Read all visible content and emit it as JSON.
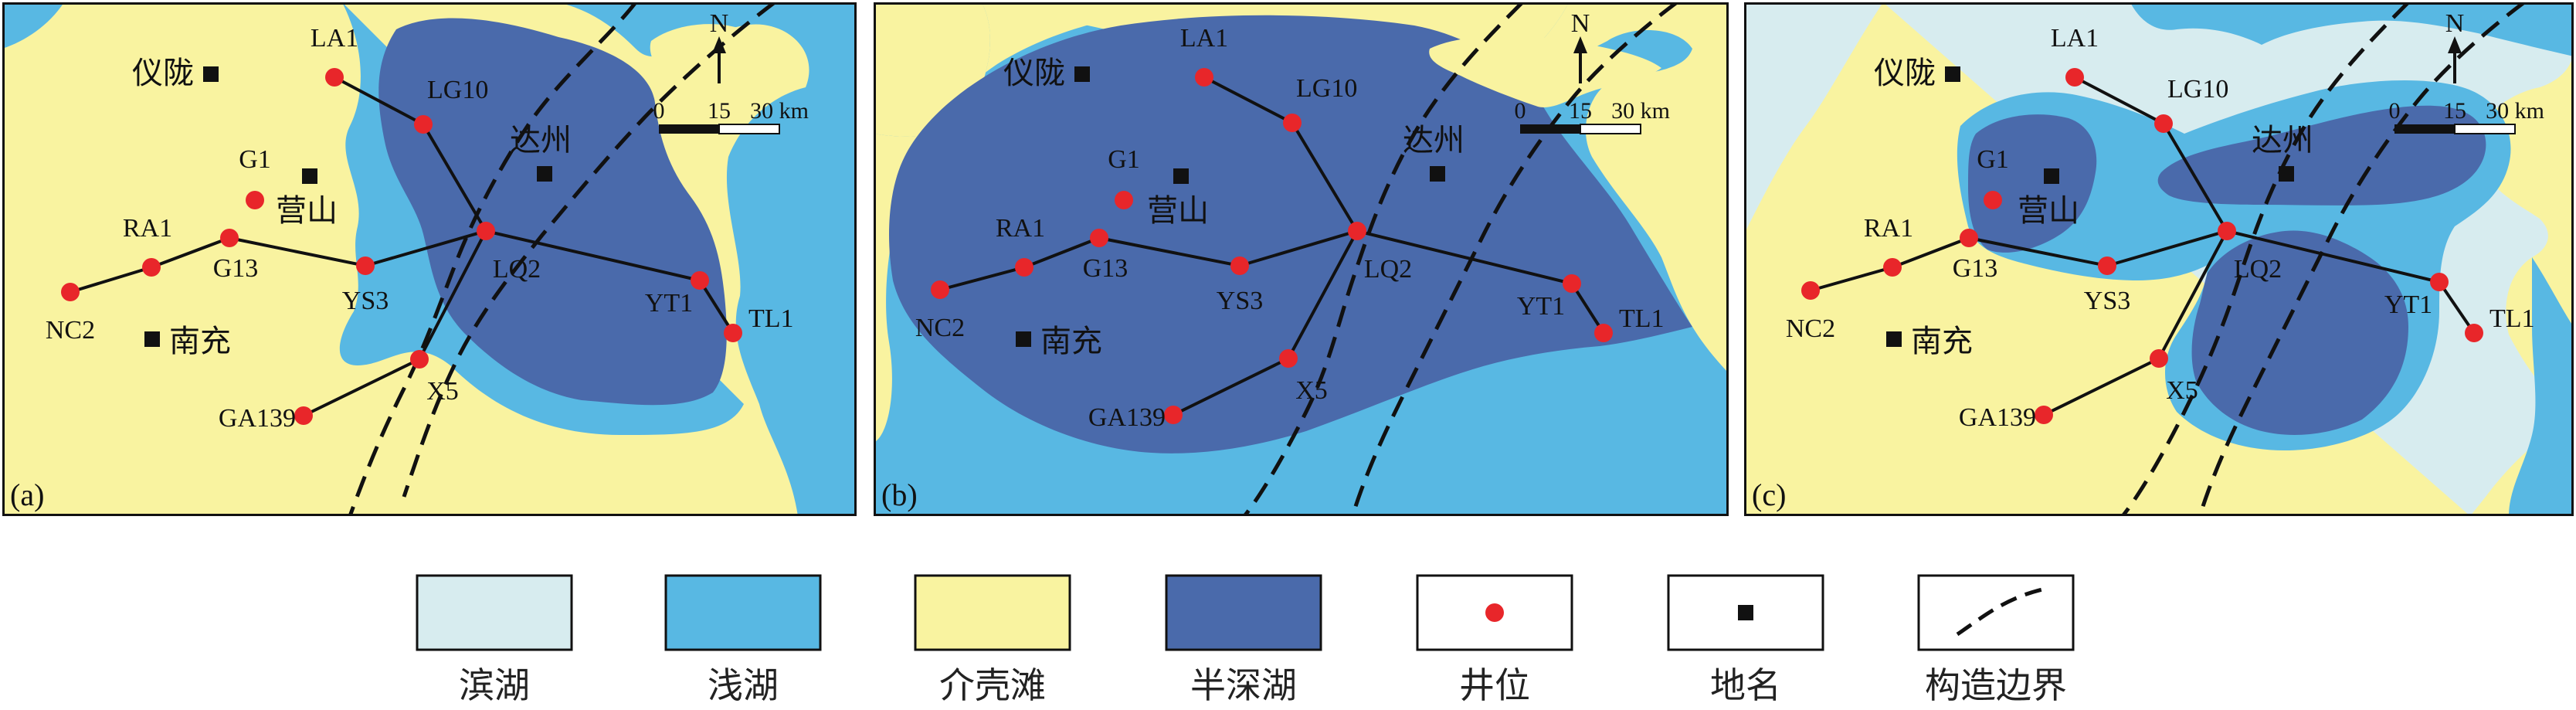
{
  "colors": {
    "shore_lake": "#d7ecef",
    "shallow_lake": "#58b8e3",
    "shell_shoal": "#f9f3a0",
    "semi_deep_lake": "#4a6aab",
    "well": "#e8262a",
    "place": "#111111"
  },
  "north_label": "N",
  "scale_bar": {
    "tick_0": "0",
    "tick_1": "15",
    "tick_2": "30 km"
  },
  "panels": [
    {
      "id": "a",
      "label": "(a)",
      "wells": [
        "LA1",
        "LG10",
        "G1",
        "RA1",
        "G13",
        "NC2",
        "YS3",
        "LQ2",
        "YT1",
        "TL1",
        "X5",
        "GA139"
      ],
      "places": [
        "仪陇",
        "营山",
        "达州",
        "南充"
      ]
    },
    {
      "id": "b",
      "label": "(b)",
      "wells": [
        "LA1",
        "LG10",
        "G1",
        "RA1",
        "G13",
        "NC2",
        "YS3",
        "LQ2",
        "YT1",
        "TL1",
        "X5",
        "GA139"
      ],
      "places": [
        "仪陇",
        "营山",
        "达州",
        "南充"
      ]
    },
    {
      "id": "c",
      "label": "(c)",
      "wells": [
        "LA1",
        "LG10",
        "G1",
        "RA1",
        "G13",
        "NC2",
        "YS3",
        "LQ2",
        "YT1",
        "TL1",
        "X5",
        "GA139"
      ],
      "places": [
        "仪陇",
        "营山",
        "达州",
        "南充"
      ]
    }
  ],
  "legend": [
    {
      "key": "shore_lake",
      "label": "滨湖",
      "symbol": "fill"
    },
    {
      "key": "shallow_lake",
      "label": "浅湖",
      "symbol": "fill"
    },
    {
      "key": "shell_shoal",
      "label": "介壳滩",
      "symbol": "fill"
    },
    {
      "key": "semi_deep_lake",
      "label": "半深湖",
      "symbol": "fill"
    },
    {
      "key": "well",
      "label": "井位",
      "symbol": "red-dot"
    },
    {
      "key": "place",
      "label": "地名",
      "symbol": "black-square"
    },
    {
      "key": "boundary",
      "label": "构造边界",
      "symbol": "dashed-line"
    }
  ]
}
